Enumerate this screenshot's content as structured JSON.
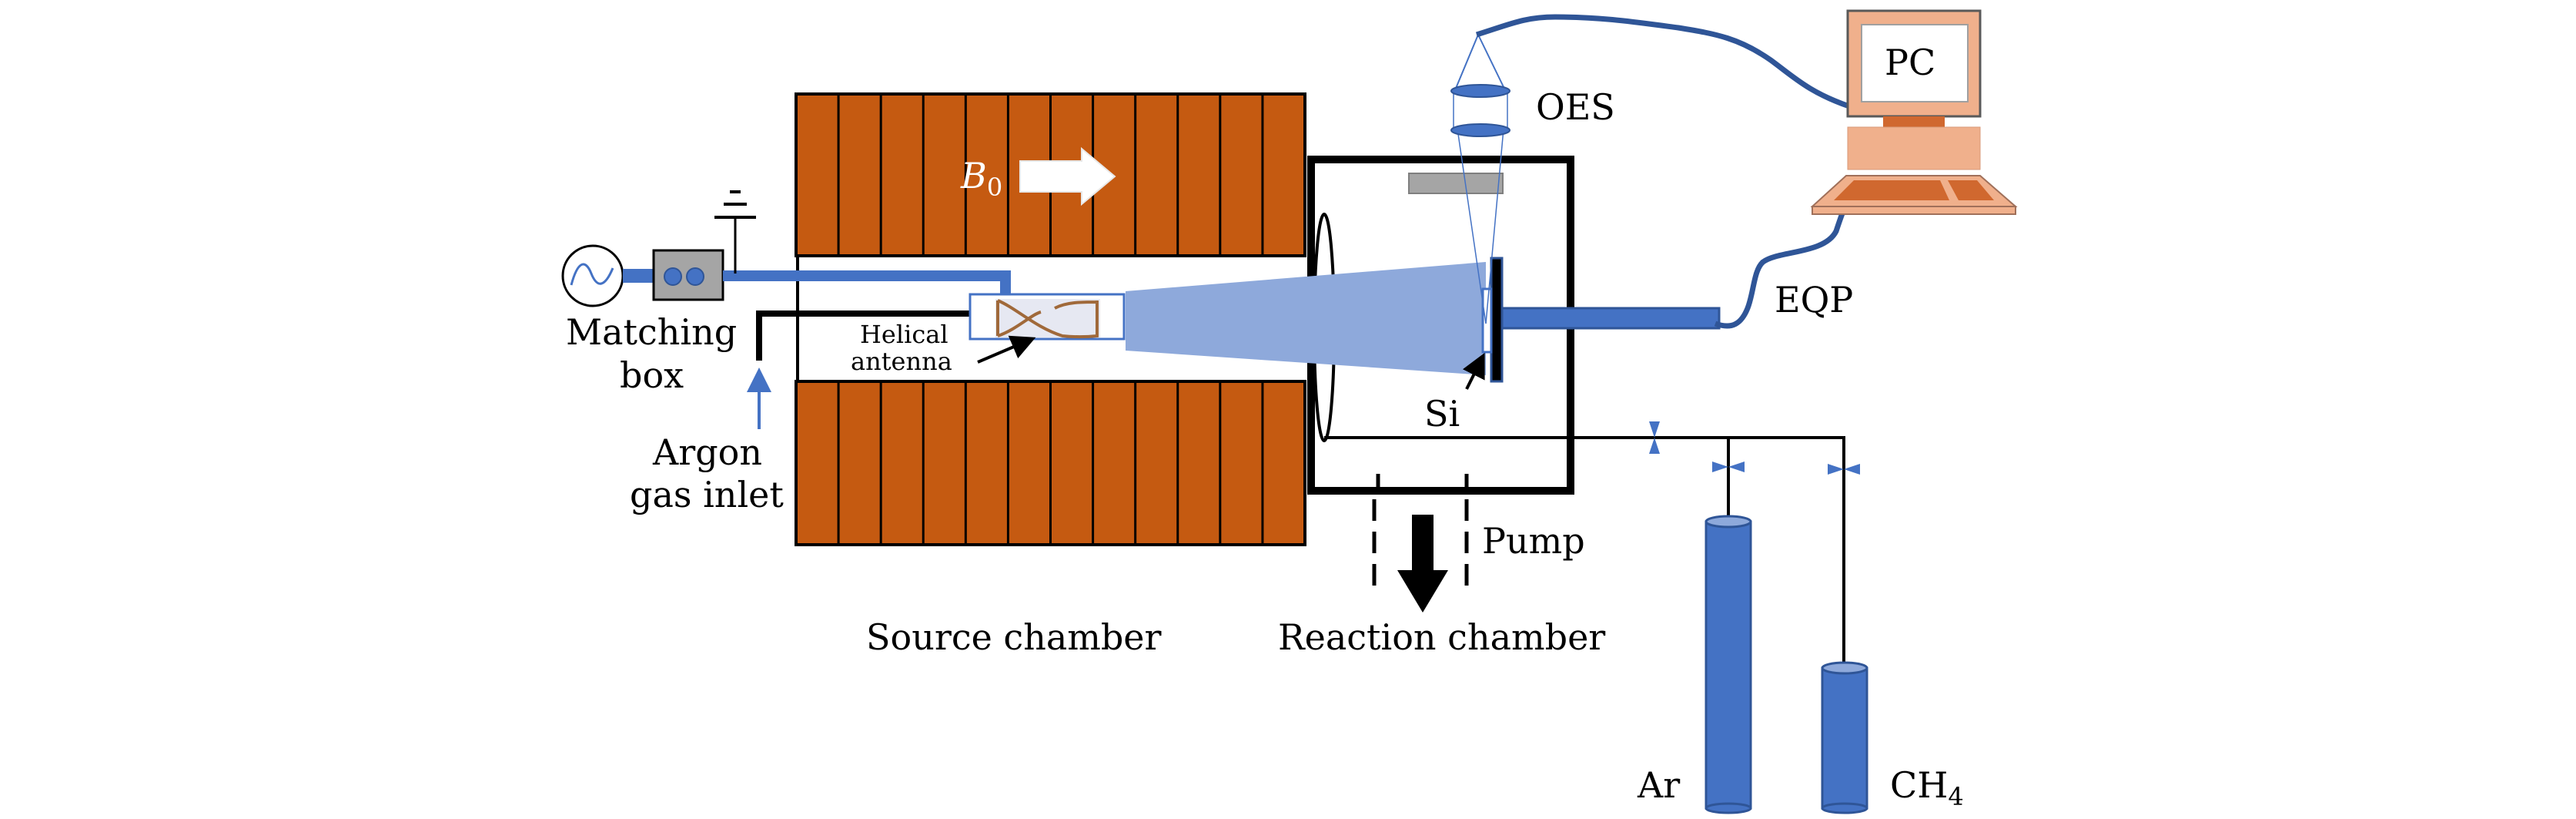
{
  "diagram": {
    "type": "helicon plasma apparatus schematic",
    "labels": {
      "b_field": "B",
      "b_field_sub": "0",
      "matching_box_line1": "Matching",
      "matching_box_line2": "box",
      "argon_inlet_line1": "Argon",
      "argon_inlet_line2": "gas inlet",
      "helical_antenna_line1": "Helical",
      "helical_antenna_line2": "antenna",
      "oes": "OES",
      "pc": "PC",
      "eqp": "EQP",
      "si": "Si",
      "pump": "Pump",
      "source_chamber": "Source chamber",
      "reaction_chamber": "Reaction chamber",
      "ar": "Ar",
      "ch4": "CH",
      "ch4_sub": "4"
    },
    "coil_segments": 12,
    "colors": {
      "coil": "#C55A11",
      "plasma": "#8EA9DB",
      "blue": "#4472C4",
      "cable": "#2F5597",
      "gray": "#A5A5A5",
      "pc_light": "#F0B08C",
      "pc_dark": "#D0682F"
    }
  }
}
